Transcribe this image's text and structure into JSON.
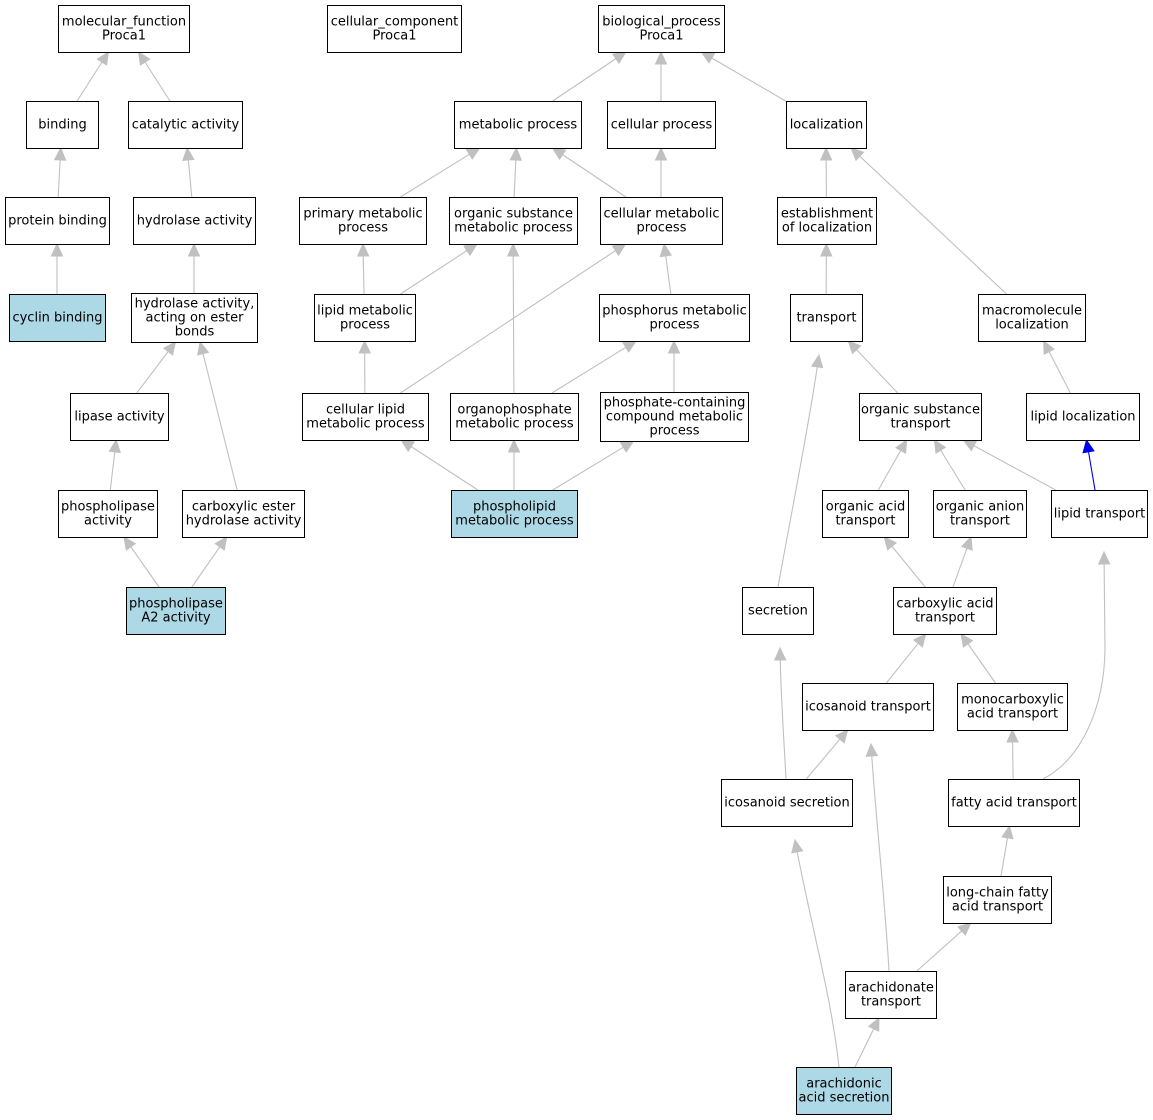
{
  "colors": {
    "node_fill": "#ffffff",
    "highlight_fill": "#add8e6",
    "edge": "#c0c0c0",
    "edge_special": "#0000ee"
  },
  "nodes": [
    {
      "id": "molecular_function",
      "lines": [
        "molecular_function",
        "Proca1"
      ]
    },
    {
      "id": "cellular_component",
      "lines": [
        "cellular_component",
        "Proca1"
      ]
    },
    {
      "id": "biological_process",
      "lines": [
        "biological_process",
        "Proca1"
      ]
    },
    {
      "id": "binding",
      "lines": [
        "binding"
      ]
    },
    {
      "id": "catalytic_activity",
      "lines": [
        "catalytic activity"
      ]
    },
    {
      "id": "metabolic_process",
      "lines": [
        "metabolic process"
      ]
    },
    {
      "id": "cellular_process",
      "lines": [
        "cellular process"
      ]
    },
    {
      "id": "localization",
      "lines": [
        "localization"
      ]
    },
    {
      "id": "protein_binding",
      "lines": [
        "protein binding"
      ]
    },
    {
      "id": "hydrolase_activity",
      "lines": [
        "hydrolase activity"
      ]
    },
    {
      "id": "primary_metabolic_process",
      "lines": [
        "primary metabolic",
        "process"
      ]
    },
    {
      "id": "organic_substance_metabolic_process",
      "lines": [
        "organic substance",
        "metabolic process"
      ]
    },
    {
      "id": "cellular_metabolic_process",
      "lines": [
        "cellular metabolic",
        "process"
      ]
    },
    {
      "id": "establishment_of_localization",
      "lines": [
        "establishment",
        "of localization"
      ]
    },
    {
      "id": "cyclin_binding",
      "lines": [
        "cyclin binding"
      ],
      "highlight": true
    },
    {
      "id": "hydrolase_ester",
      "lines": [
        "hydrolase activity,",
        "acting on ester",
        "bonds"
      ]
    },
    {
      "id": "lipid_metabolic_process",
      "lines": [
        "lipid metabolic",
        "process"
      ]
    },
    {
      "id": "phosphorus_metabolic_process",
      "lines": [
        "phosphorus metabolic",
        "process"
      ]
    },
    {
      "id": "transport",
      "lines": [
        "transport"
      ]
    },
    {
      "id": "macromolecule_localization",
      "lines": [
        "macromolecule",
        "localization"
      ]
    },
    {
      "id": "lipase_activity",
      "lines": [
        "lipase activity"
      ]
    },
    {
      "id": "cellular_lipid_metabolic_process",
      "lines": [
        "cellular lipid",
        "metabolic process"
      ]
    },
    {
      "id": "organophosphate_metabolic_process",
      "lines": [
        "organophosphate",
        "metabolic process"
      ]
    },
    {
      "id": "phosphate_compound_metabolic_process",
      "lines": [
        "phosphate-containing",
        "compound metabolic",
        "process"
      ]
    },
    {
      "id": "organic_substance_transport",
      "lines": [
        "organic substance",
        "transport"
      ]
    },
    {
      "id": "lipid_localization",
      "lines": [
        "lipid localization"
      ]
    },
    {
      "id": "phospholipase_activity",
      "lines": [
        "phospholipase",
        "activity"
      ]
    },
    {
      "id": "carboxylic_ester_hydrolase_activity",
      "lines": [
        "carboxylic ester",
        "hydrolase activity"
      ]
    },
    {
      "id": "phospholipid_metabolic_process",
      "lines": [
        "phospholipid",
        "metabolic process"
      ],
      "highlight": true
    },
    {
      "id": "organic_acid_transport",
      "lines": [
        "organic acid",
        "transport"
      ]
    },
    {
      "id": "organic_anion_transport",
      "lines": [
        "organic anion",
        "transport"
      ]
    },
    {
      "id": "lipid_transport",
      "lines": [
        "lipid transport"
      ]
    },
    {
      "id": "phospholipase_a2_activity",
      "lines": [
        "phospholipase",
        "A2 activity"
      ],
      "highlight": true
    },
    {
      "id": "secretion",
      "lines": [
        "secretion"
      ]
    },
    {
      "id": "carboxylic_acid_transport",
      "lines": [
        "carboxylic acid",
        "transport"
      ]
    },
    {
      "id": "icosanoid_transport",
      "lines": [
        "icosanoid transport"
      ]
    },
    {
      "id": "monocarboxylic_acid_transport",
      "lines": [
        "monocarboxylic",
        "acid transport"
      ]
    },
    {
      "id": "icosanoid_secretion",
      "lines": [
        "icosanoid secretion"
      ]
    },
    {
      "id": "fatty_acid_transport",
      "lines": [
        "fatty acid transport"
      ]
    },
    {
      "id": "long_chain_fatty_acid_transport",
      "lines": [
        "long-chain fatty",
        "acid transport"
      ]
    },
    {
      "id": "arachidonate_transport",
      "lines": [
        "arachidonate",
        "transport"
      ]
    },
    {
      "id": "arachidonic_acid_secretion",
      "lines": [
        "arachidonic",
        "acid secretion"
      ],
      "highlight": true
    }
  ],
  "edges": [
    {
      "from": "binding",
      "to": "molecular_function"
    },
    {
      "from": "catalytic_activity",
      "to": "molecular_function"
    },
    {
      "from": "protein_binding",
      "to": "binding"
    },
    {
      "from": "hydrolase_activity",
      "to": "catalytic_activity"
    },
    {
      "from": "cyclin_binding",
      "to": "protein_binding"
    },
    {
      "from": "hydrolase_ester",
      "to": "hydrolase_activity"
    },
    {
      "from": "lipase_activity",
      "to": "hydrolase_ester"
    },
    {
      "from": "carboxylic_ester_hydrolase_activity",
      "to": "hydrolase_ester"
    },
    {
      "from": "phospholipase_activity",
      "to": "lipase_activity"
    },
    {
      "from": "phospholipase_a2_activity",
      "to": "phospholipase_activity"
    },
    {
      "from": "phospholipase_a2_activity",
      "to": "carboxylic_ester_hydrolase_activity"
    },
    {
      "from": "metabolic_process",
      "to": "biological_process"
    },
    {
      "from": "cellular_process",
      "to": "biological_process"
    },
    {
      "from": "localization",
      "to": "biological_process"
    },
    {
      "from": "primary_metabolic_process",
      "to": "metabolic_process"
    },
    {
      "from": "organic_substance_metabolic_process",
      "to": "metabolic_process"
    },
    {
      "from": "cellular_metabolic_process",
      "to": "metabolic_process"
    },
    {
      "from": "cellular_metabolic_process",
      "to": "cellular_process"
    },
    {
      "from": "establishment_of_localization",
      "to": "localization"
    },
    {
      "from": "macromolecule_localization",
      "to": "localization"
    },
    {
      "from": "lipid_metabolic_process",
      "to": "primary_metabolic_process"
    },
    {
      "from": "lipid_metabolic_process",
      "to": "organic_substance_metabolic_process"
    },
    {
      "from": "phosphorus_metabolic_process",
      "to": "cellular_metabolic_process"
    },
    {
      "from": "cellular_lipid_metabolic_process",
      "to": "lipid_metabolic_process"
    },
    {
      "from": "cellular_lipid_metabolic_process",
      "to": "cellular_metabolic_process"
    },
    {
      "from": "organophosphate_metabolic_process",
      "to": "organic_substance_metabolic_process"
    },
    {
      "from": "organophosphate_metabolic_process",
      "to": "phosphorus_metabolic_process"
    },
    {
      "from": "phosphate_compound_metabolic_process",
      "to": "phosphorus_metabolic_process"
    },
    {
      "from": "phospholipid_metabolic_process",
      "to": "cellular_lipid_metabolic_process"
    },
    {
      "from": "phospholipid_metabolic_process",
      "to": "organophosphate_metabolic_process"
    },
    {
      "from": "phospholipid_metabolic_process",
      "to": "phosphate_compound_metabolic_process"
    },
    {
      "from": "transport",
      "to": "establishment_of_localization"
    },
    {
      "from": "organic_substance_transport",
      "to": "transport"
    },
    {
      "from": "secretion",
      "to": "transport"
    },
    {
      "from": "lipid_localization",
      "to": "macromolecule_localization"
    },
    {
      "from": "lipid_transport",
      "to": "lipid_localization",
      "special": true
    },
    {
      "from": "lipid_transport",
      "to": "organic_substance_transport"
    },
    {
      "from": "organic_acid_transport",
      "to": "organic_substance_transport"
    },
    {
      "from": "organic_anion_transport",
      "to": "organic_substance_transport"
    },
    {
      "from": "carboxylic_acid_transport",
      "to": "organic_acid_transport"
    },
    {
      "from": "carboxylic_acid_transport",
      "to": "organic_anion_transport"
    },
    {
      "from": "icosanoid_transport",
      "to": "carboxylic_acid_transport"
    },
    {
      "from": "monocarboxylic_acid_transport",
      "to": "carboxylic_acid_transport"
    },
    {
      "from": "icosanoid_secretion",
      "to": "secretion"
    },
    {
      "from": "icosanoid_secretion",
      "to": "icosanoid_transport"
    },
    {
      "from": "fatty_acid_transport",
      "to": "monocarboxylic_acid_transport"
    },
    {
      "from": "fatty_acid_transport",
      "to": "lipid_transport"
    },
    {
      "from": "long_chain_fatty_acid_transport",
      "to": "fatty_acid_transport"
    },
    {
      "from": "arachidonate_transport",
      "to": "long_chain_fatty_acid_transport"
    },
    {
      "from": "arachidonate_transport",
      "to": "icosanoid_transport"
    },
    {
      "from": "arachidonic_acid_secretion",
      "to": "arachidonate_transport"
    },
    {
      "from": "arachidonic_acid_secretion",
      "to": "icosanoid_secretion"
    }
  ]
}
